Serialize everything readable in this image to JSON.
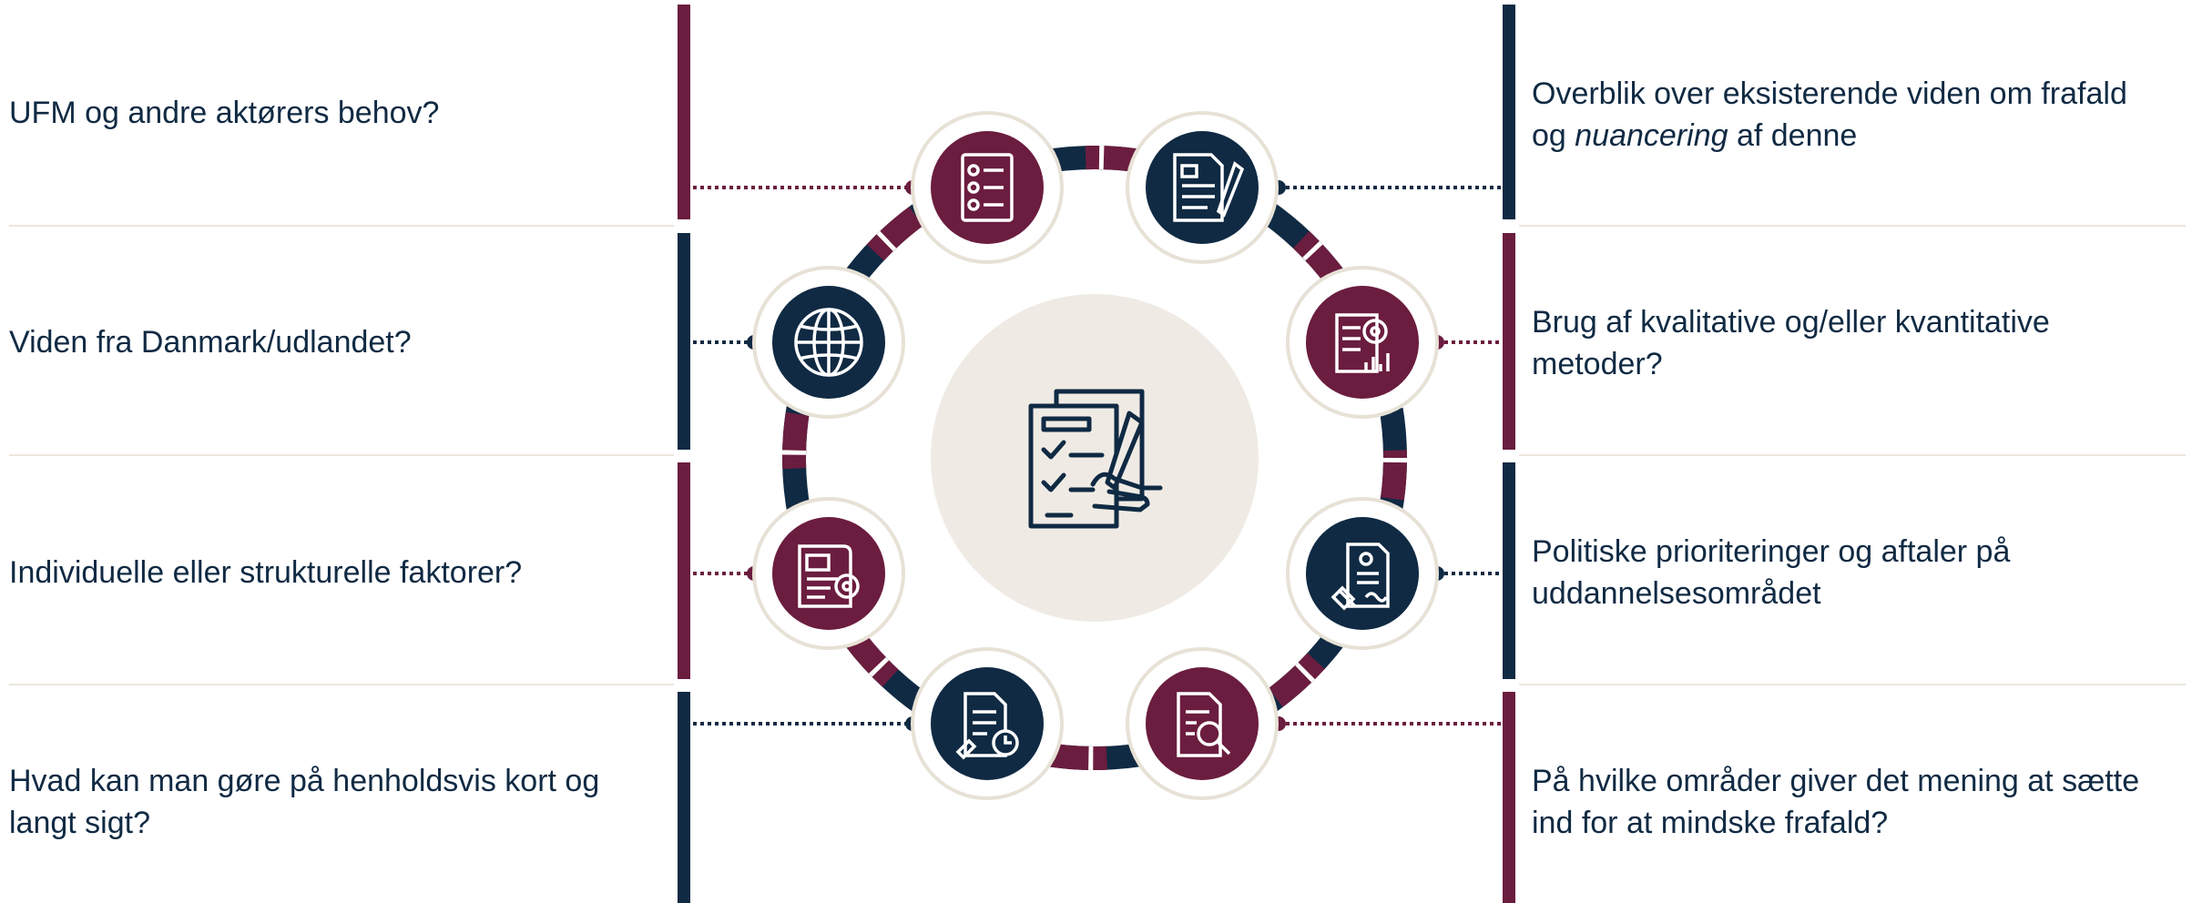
{
  "colors": {
    "navy": "#102a43",
    "maroon": "#6b1d3f",
    "beige": "#efebe4",
    "ring_bg": "#f6f3ee",
    "divider": "#ebe6dd"
  },
  "left_questions": [
    "UFM og andre aktørers behov?",
    "Viden fra Danmark/udlandet?",
    "Individuelle eller strukturelle faktorer?",
    "Hvad kan man gøre på henholdsvis kort og langt sigt?"
  ],
  "right_items": {
    "r1_before": "Overblik over eksisterende viden om frafald og ",
    "r1_italic": "nuancering",
    "r1_after": " af denne",
    "r2": "Brug af kvalitative og/eller kvantitative metoder?",
    "r3": "Politiske prioriteringer og aftaler på uddannelsesområdet",
    "r4": "På hvilke områder giver det mening at sætte ind for at mindske frafald?"
  },
  "icons": {
    "center": "checklist-signing-icon",
    "n1": "checklist-icon",
    "n2": "document-pen-icon",
    "n3": "globe-icon",
    "n4": "report-gear-icon",
    "n5": "report-chart-gear-icon",
    "n6": "contract-stamp-icon",
    "n7": "document-clock-icon",
    "n8": "document-search-icon"
  }
}
